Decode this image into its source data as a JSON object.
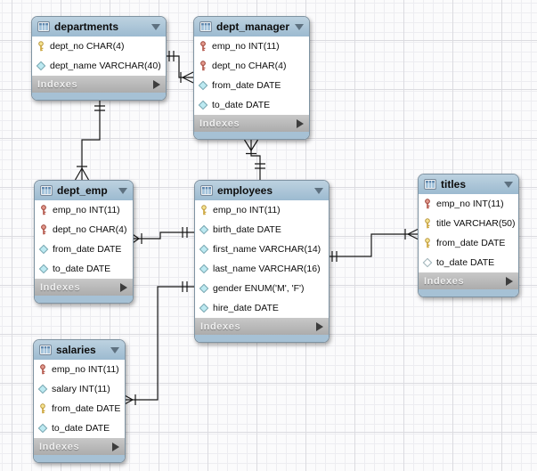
{
  "diagram": {
    "tool": "eer-diagram",
    "indexes_label": "Indexes",
    "icons": {
      "header": "table-grid-icon",
      "collapse": "triangle-down-icon",
      "indexes_expand": "triangle-right-icon",
      "primary_key": "primary-key-icon",
      "primary_foreign_key": "primary-foreign-key-icon",
      "not_null_column": "not-null-column-diamond-icon",
      "nullable_column": "nullable-column-diamond-icon"
    },
    "colors": {
      "header_blue": "#9cbad0",
      "footer_blue": "#a6c1d5",
      "indexes_gray": "#b9b9b9",
      "pk_key_yellow": "#f4e08c",
      "fk_key_red": "#dd8b7e",
      "diamond_cyan": "#bce9f1",
      "line_black": "#161616",
      "grid_minor": "#ededf1",
      "grid_major": "#dbdbe0"
    }
  },
  "tables": [
    {
      "name": "departments",
      "columns": [
        {
          "icon": "primary-key-icon",
          "text": "dept_no CHAR(4)"
        },
        {
          "icon": "not-null-column-diamond-icon",
          "text": "dept_name VARCHAR(40)"
        }
      ]
    },
    {
      "name": "dept_manager",
      "columns": [
        {
          "icon": "primary-foreign-key-icon",
          "text": "emp_no INT(11)"
        },
        {
          "icon": "primary-foreign-key-icon",
          "text": "dept_no CHAR(4)"
        },
        {
          "icon": "not-null-column-diamond-icon",
          "text": "from_date DATE"
        },
        {
          "icon": "not-null-column-diamond-icon",
          "text": "to_date DATE"
        }
      ]
    },
    {
      "name": "dept_emp",
      "columns": [
        {
          "icon": "primary-foreign-key-icon",
          "text": "emp_no INT(11)"
        },
        {
          "icon": "primary-foreign-key-icon",
          "text": "dept_no CHAR(4)"
        },
        {
          "icon": "not-null-column-diamond-icon",
          "text": "from_date DATE"
        },
        {
          "icon": "not-null-column-diamond-icon",
          "text": "to_date DATE"
        }
      ]
    },
    {
      "name": "employees",
      "columns": [
        {
          "icon": "primary-key-icon",
          "text": "emp_no INT(11)"
        },
        {
          "icon": "not-null-column-diamond-icon",
          "text": "birth_date DATE"
        },
        {
          "icon": "not-null-column-diamond-icon",
          "text": "first_name VARCHAR(14)"
        },
        {
          "icon": "not-null-column-diamond-icon",
          "text": "last_name VARCHAR(16)"
        },
        {
          "icon": "not-null-column-diamond-icon",
          "text": "gender ENUM('M', 'F')"
        },
        {
          "icon": "not-null-column-diamond-icon",
          "text": "hire_date DATE"
        }
      ]
    },
    {
      "name": "titles",
      "columns": [
        {
          "icon": "primary-foreign-key-icon",
          "text": "emp_no INT(11)"
        },
        {
          "icon": "primary-key-icon",
          "text": "title VARCHAR(50)"
        },
        {
          "icon": "primary-key-icon",
          "text": "from_date DATE"
        },
        {
          "icon": "nullable-column-diamond-icon",
          "text": "to_date DATE"
        }
      ]
    },
    {
      "name": "salaries",
      "columns": [
        {
          "icon": "primary-foreign-key-icon",
          "text": "emp_no INT(11)"
        },
        {
          "icon": "not-null-column-diamond-icon",
          "text": "salary INT(11)"
        },
        {
          "icon": "primary-key-icon",
          "text": "from_date DATE"
        },
        {
          "icon": "not-null-column-diamond-icon",
          "text": "to_date DATE"
        }
      ]
    }
  ],
  "relationships": [
    {
      "one_side": "departments",
      "many_side": "dept_manager",
      "notation": "one-to-many, crow-foot with bar at many end, double bar at one end"
    },
    {
      "one_side": "departments",
      "many_side": "dept_emp",
      "notation": "one-to-many"
    },
    {
      "one_side": "employees",
      "many_side": "dept_manager",
      "notation": "one-to-many"
    },
    {
      "one_side": "employees",
      "many_side": "dept_emp",
      "notation": "one-to-many"
    },
    {
      "one_side": "employees",
      "many_side": "titles",
      "notation": "one-to-many"
    },
    {
      "one_side": "employees",
      "many_side": "salaries",
      "notation": "one-to-many"
    }
  ]
}
